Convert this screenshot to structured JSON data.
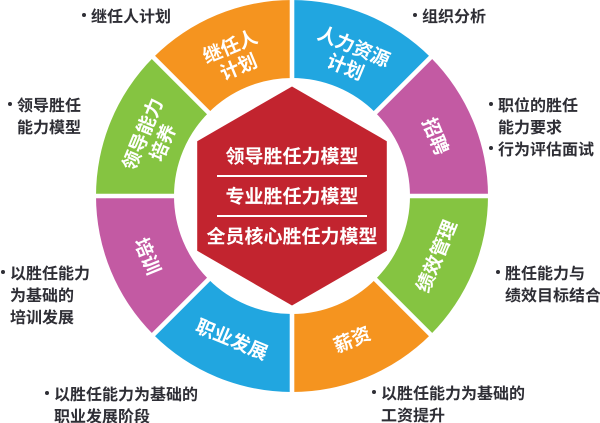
{
  "diagram": {
    "type": "competency-model-wheel",
    "background": "#FFFFFF"
  },
  "colors": {
    "orange": "#F5941F",
    "blue": "#21A6E0",
    "magenta": "#C35AA3",
    "green": "#85C441",
    "red": "#C2242F",
    "note_text": "#2E2E35",
    "label_text": "#FFFFFF"
  },
  "center": {
    "shape": "hexagon",
    "lines": [
      "领导胜任力模型",
      "专业胜任力模型",
      "全员核心胜任力模型"
    ]
  },
  "segments": [
    {
      "id": "succession-plan",
      "label": "继任人计划",
      "label_lines": [
        "继任人",
        "计划"
      ],
      "color": "#F5941F",
      "position": "top-left"
    },
    {
      "id": "hr-planning",
      "label": "人力资源计划",
      "label_lines": [
        "人力资源",
        "计划"
      ],
      "color": "#21A6E0",
      "position": "top-right"
    },
    {
      "id": "recruiting",
      "label": "招聘",
      "label_lines": [
        "招聘"
      ],
      "color": "#C35AA3",
      "position": "right-upper"
    },
    {
      "id": "performance-mgmt",
      "label": "绩效管理",
      "label_lines": [
        "绩效管理"
      ],
      "color": "#85C441",
      "position": "right-lower"
    },
    {
      "id": "salary",
      "label": "薪资",
      "label_lines": [
        "薪资"
      ],
      "color": "#F5941F",
      "position": "bottom-right"
    },
    {
      "id": "career-dev",
      "label": "职业发展",
      "label_lines": [
        "职业发展"
      ],
      "color": "#21A6E0",
      "position": "bottom-left"
    },
    {
      "id": "training",
      "label": "培训",
      "label_lines": [
        "培训"
      ],
      "color": "#C35AA3",
      "position": "left-lower"
    },
    {
      "id": "leadership-dev",
      "label": "领导能力培养",
      "label_lines": [
        "领导能力",
        "培养"
      ],
      "color": "#85C441",
      "position": "left-upper"
    }
  ],
  "annotations": [
    {
      "id": "succession-note",
      "lines": [
        {
          "bullet": true,
          "text": "继任人计划"
        }
      ]
    },
    {
      "id": "org-analysis-note",
      "lines": [
        {
          "bullet": true,
          "text": "组织分析"
        }
      ]
    },
    {
      "id": "leadership-model-note",
      "lines": [
        {
          "bullet": true,
          "text": "领导胜任"
        },
        {
          "bullet": false,
          "text": "能力模型"
        }
      ]
    },
    {
      "id": "position-req-note",
      "lines": [
        {
          "bullet": true,
          "text": "职位的胜任"
        },
        {
          "bullet": false,
          "text": "能力要求"
        },
        {
          "bullet": true,
          "text": "行为评估面试"
        }
      ]
    },
    {
      "id": "training-dev-note",
      "lines": [
        {
          "bullet": true,
          "text": "以胜任能力"
        },
        {
          "bullet": false,
          "text": "为基础的"
        },
        {
          "bullet": false,
          "text": "培训发展"
        }
      ]
    },
    {
      "id": "perf-goal-note",
      "lines": [
        {
          "bullet": true,
          "text": "胜任能力与"
        },
        {
          "bullet": false,
          "text": "绩效目标结合"
        }
      ]
    },
    {
      "id": "career-stage-note",
      "lines": [
        {
          "bullet": true,
          "text": "以胜任能力为基础的"
        },
        {
          "bullet": false,
          "text": "职业发展阶段"
        }
      ]
    },
    {
      "id": "salary-note",
      "lines": [
        {
          "bullet": true,
          "text": "以胜任能力为基础的"
        },
        {
          "bullet": false,
          "text": "工资提升"
        }
      ]
    }
  ]
}
